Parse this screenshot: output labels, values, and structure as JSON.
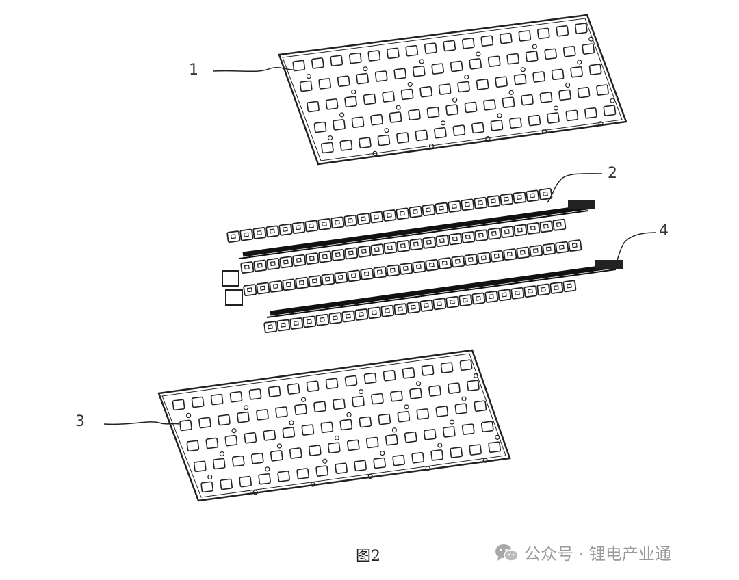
{
  "figure": {
    "callouts": {
      "one": "1",
      "two": "2",
      "three": "3",
      "four": "4"
    },
    "caption": "图2",
    "line_color": "#222222"
  },
  "watermark": {
    "icon": "wechat-icon",
    "text": "公众号 · 锂电产业通",
    "color": "#9a9a9a"
  }
}
